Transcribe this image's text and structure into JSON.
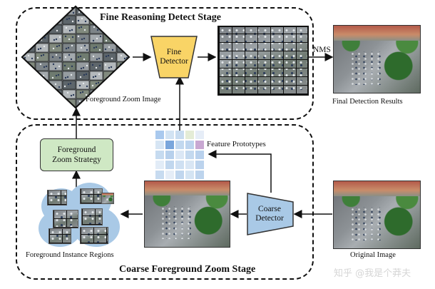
{
  "stages": {
    "fine_title": "Fine Reasoning Detect Stage",
    "coarse_title": "Coarse Foreground Zoom Stage"
  },
  "nodes": {
    "fine_detector": "Fine Detector",
    "coarse_detector": "Coarse Detector",
    "zoom_strategy": "Foreground Zoom Strategy",
    "feature_prototypes": "Feature Prototypes"
  },
  "labels": {
    "nms": "NMS",
    "final_results": "Final Detection Results",
    "foreground_zoom_image": "Foreground Zoom Image",
    "foreground_instance_regions": "Foreground Instance Regions",
    "original_image": "Original Image"
  },
  "watermark": "知乎 @我是个莽夫",
  "colors": {
    "fine_detector_fill": "#f9d466",
    "coarse_detector_fill": "#a9c9e6",
    "zoom_strategy_fill": "#cfe8c4",
    "prototype_cells": [
      "#a9c9ee",
      "#d2e3f3",
      "#c8dcf0",
      "#e4ecd6",
      "#e6edf7",
      "#d6e5f4",
      "#7aa6dc",
      "#c2d8ef",
      "#bdd4ee",
      "#c9a8d2",
      "#c6dbf0",
      "#b7d0ec",
      "#dbe7f5",
      "#c4d9ef",
      "#b9d1ed",
      "#e2ecf7",
      "#c1d7ee",
      "#cfe0f2",
      "#d9e6f4",
      "#bcd3ed",
      "#c7dbf0",
      "#e5edf7",
      "#c0d6ee",
      "#d4e4f3",
      "#bdd4ed"
    ]
  }
}
